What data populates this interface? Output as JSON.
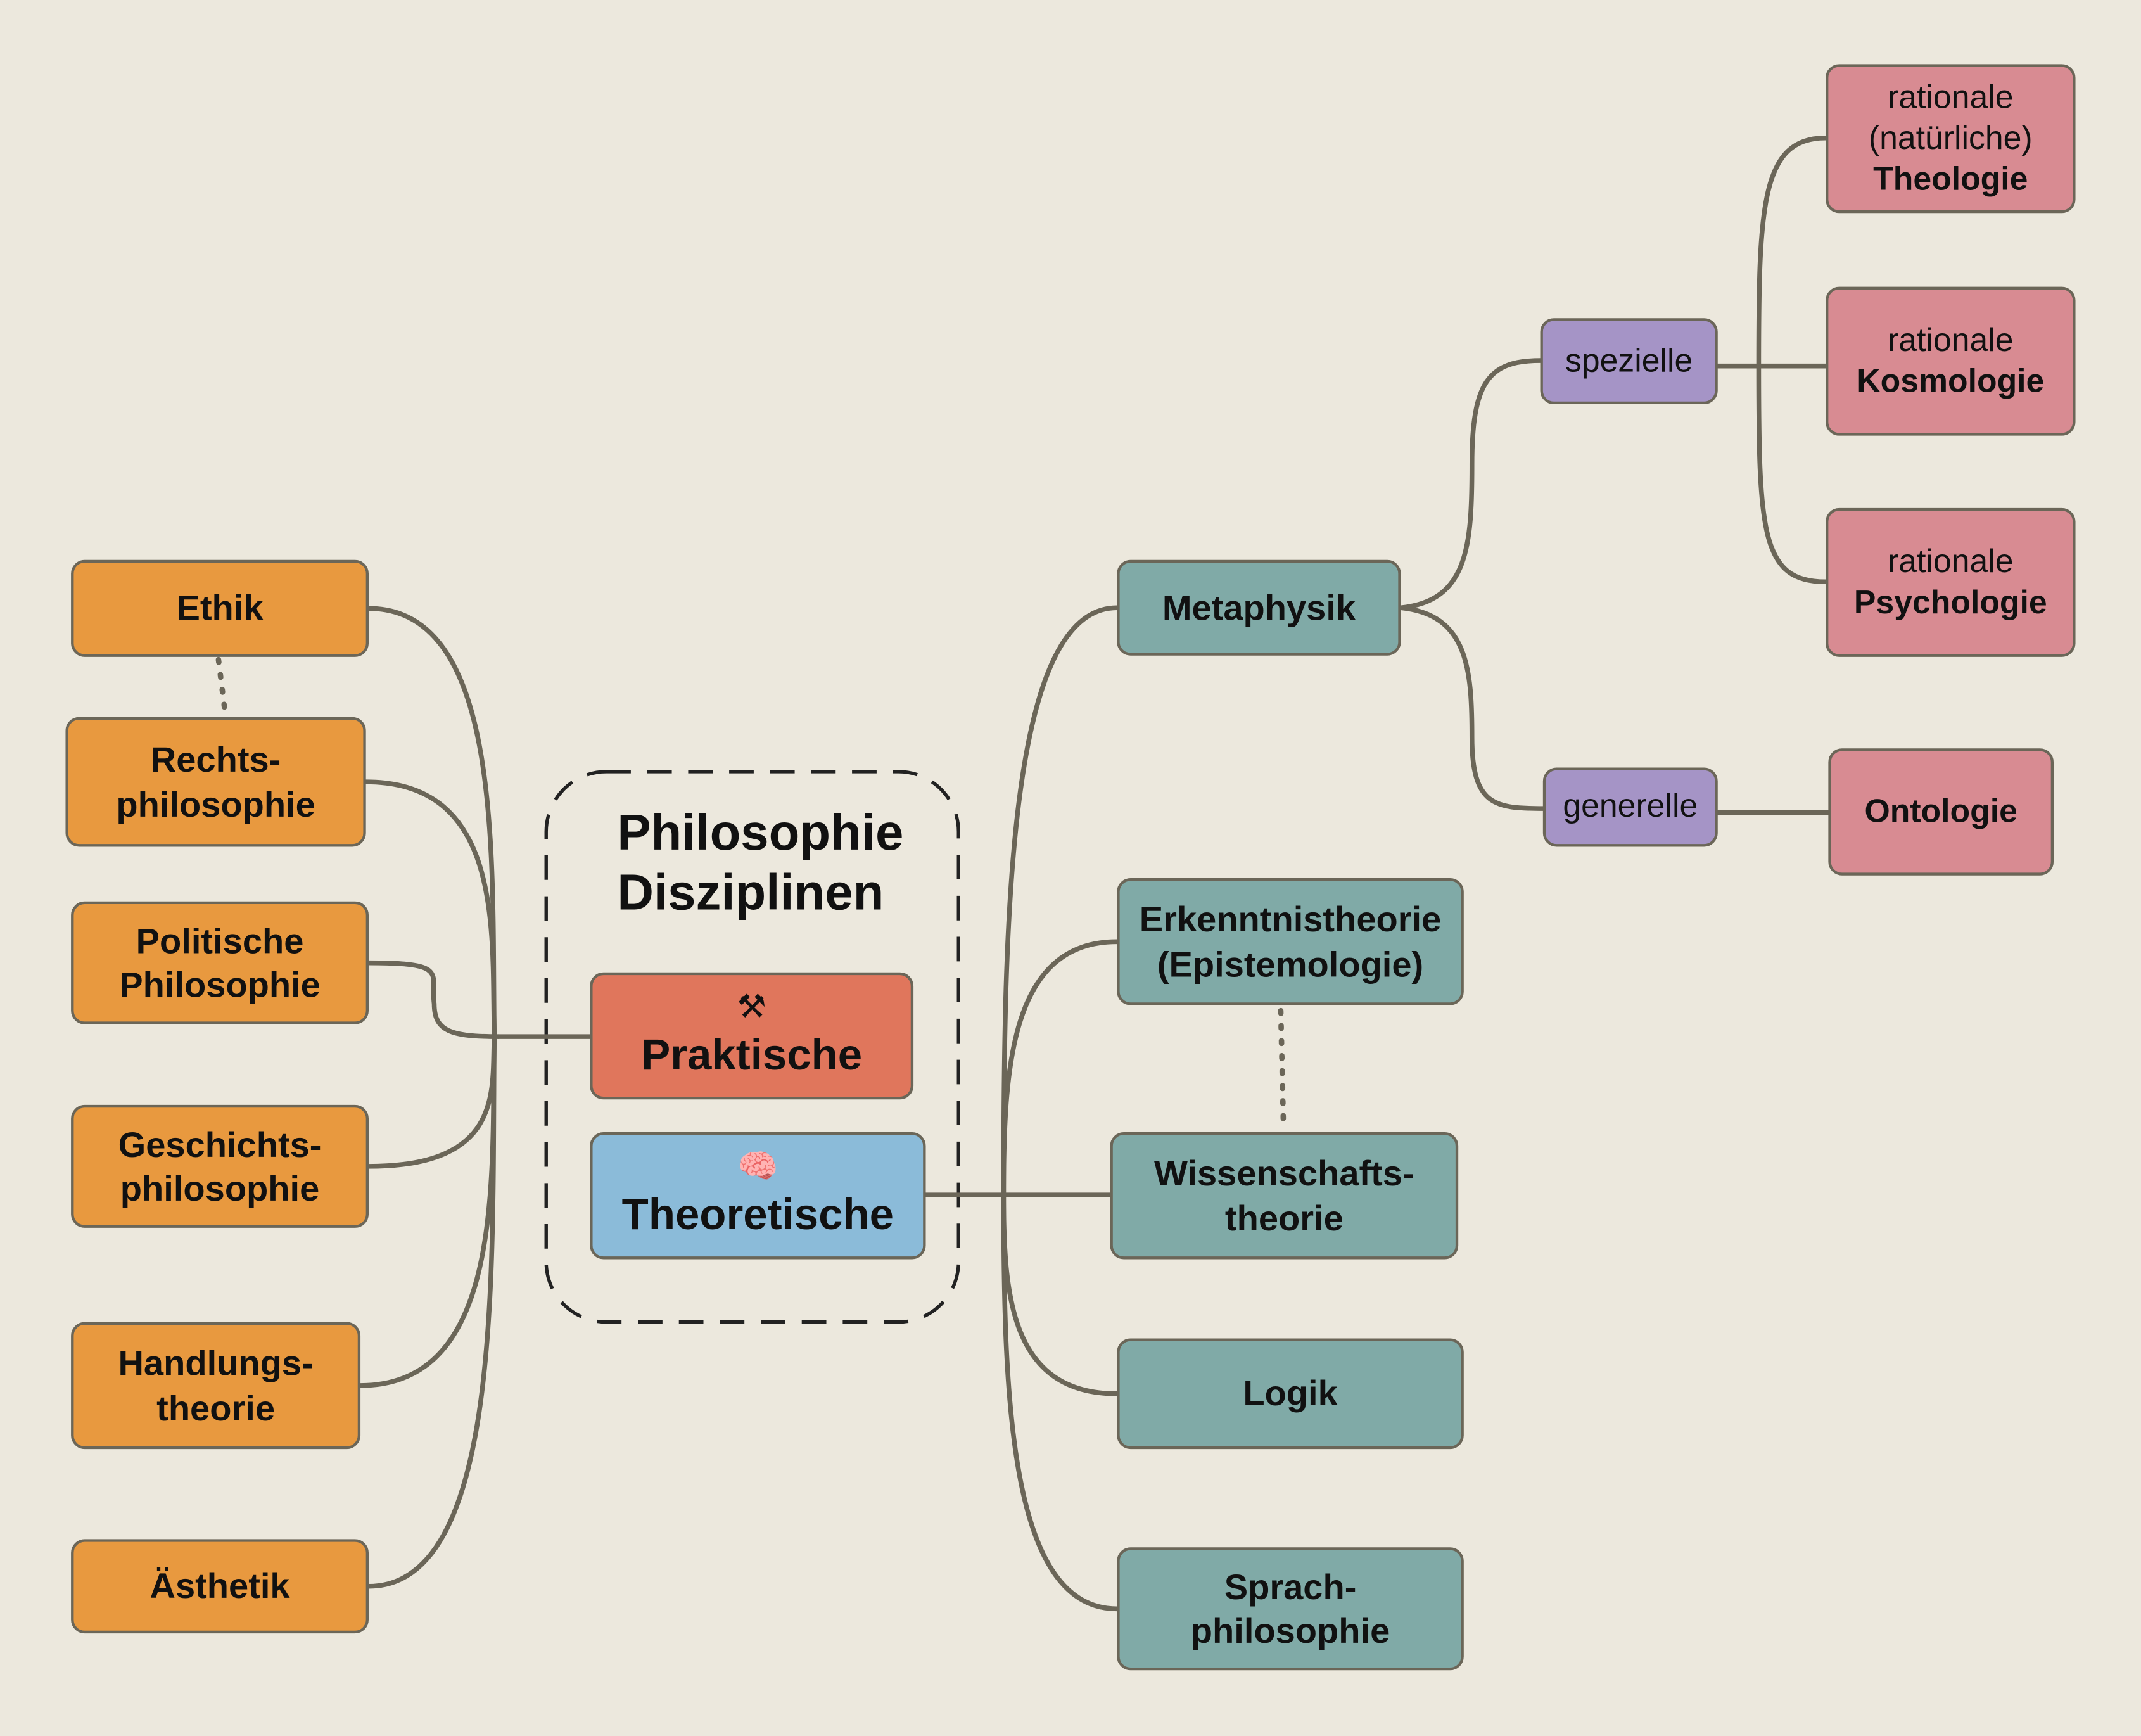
{
  "title": [
    "Philosophie",
    "Disziplinen"
  ],
  "center": {
    "praktische": {
      "icon": "⚒",
      "icon_name": "hammer-pick-icon",
      "label": "Praktische"
    },
    "theoretische": {
      "icon": "🧠",
      "icon_name": "brain-icon",
      "label": "Theoretische"
    }
  },
  "praktisch_branches": [
    {
      "lines": [
        "Ethik"
      ]
    },
    {
      "lines": [
        "Rechts-",
        "philosophie"
      ]
    },
    {
      "lines": [
        "Politische",
        "Philosophie"
      ]
    },
    {
      "lines": [
        "Geschichts-",
        "philosophie"
      ]
    },
    {
      "lines": [
        "Handlungs-",
        "theorie"
      ]
    },
    {
      "lines": [
        "Ästhetik"
      ]
    }
  ],
  "theoretisch_branches": [
    {
      "lines": [
        "Metaphysik"
      ]
    },
    {
      "lines": [
        "Erkenntnistheorie",
        "(Epistemologie)"
      ]
    },
    {
      "lines": [
        "Wissenschafts-",
        "theorie"
      ]
    },
    {
      "lines": [
        "Logik"
      ]
    },
    {
      "lines": [
        "Sprach-",
        "philosophie"
      ]
    }
  ],
  "metaphysik_branches": [
    "spezielle",
    "generelle"
  ],
  "spezielle_branches": [
    {
      "lines": [
        "rationale",
        "(natürliche)"
      ],
      "bold": "Theologie"
    },
    {
      "lines": [
        "rationale"
      ],
      "bold": "Kosmologie"
    },
    {
      "lines": [
        "rationale"
      ],
      "bold": "Psychologie"
    }
  ],
  "generelle_branches": [
    {
      "lines": [],
      "bold": "Ontologie"
    }
  ],
  "colors": {
    "background": "#ece8dd",
    "praktisch_branch": "#e8993f",
    "theoretisch_branch": "#80aaa7",
    "metaphysik_sub": "#a594c6",
    "leaf": "#d88b92",
    "praktische": "#e0765c",
    "theoretische": "#8bbbd9",
    "connector": "#6b6658"
  }
}
